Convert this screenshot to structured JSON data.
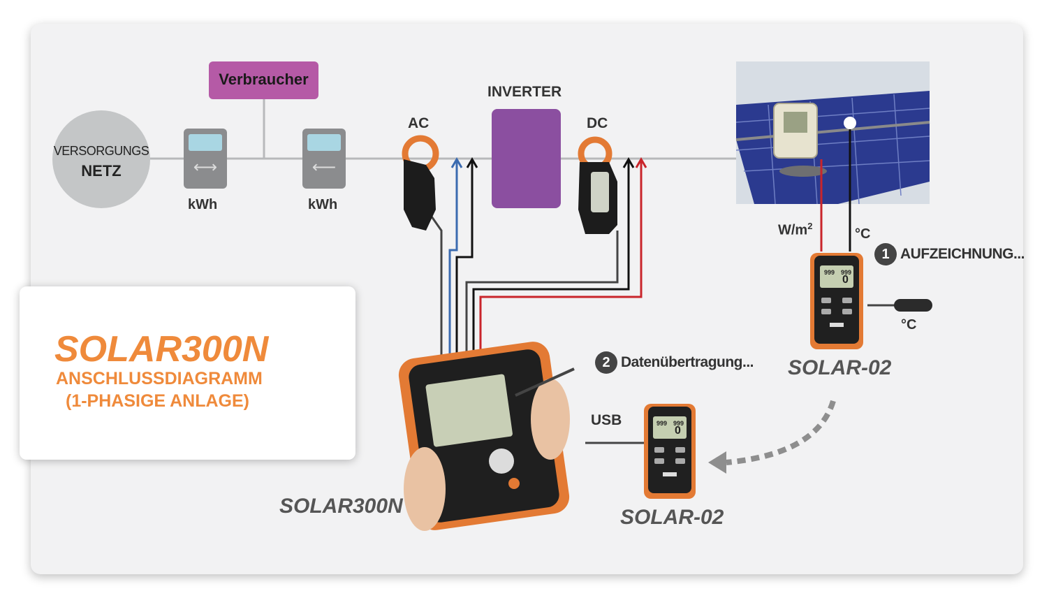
{
  "diagram": {
    "grid": {
      "line1": "VERSORGUNGS",
      "line2": "NETZ"
    },
    "consumer": {
      "label": "Verbraucher"
    },
    "meters": [
      {
        "label": "kWh",
        "arrow": "⟷"
      },
      {
        "label": "kWh",
        "arrow": "⟵"
      }
    ],
    "inverter": {
      "label": "INVERTER"
    },
    "clamps": {
      "ac": "AC",
      "dc": "DC"
    },
    "sensors": {
      "irradiance_unit": "W/m",
      "irradiance_exp": "2",
      "temp_unit_panel": "°C",
      "temp_unit_probe": "°C"
    },
    "steps": [
      {
        "number": "1",
        "text": "AUFZEICHNUNG..."
      },
      {
        "number": "2",
        "text": "Datenübertragung..."
      }
    ],
    "usb": {
      "label": "USB"
    },
    "devices": {
      "main": "SOLAR300N",
      "remote_top": "SOLAR-02",
      "remote_bottom": "SOLAR-02",
      "display_values": [
        "999",
        "999",
        "0"
      ]
    },
    "legend": {
      "title": "SOLAR300N",
      "line1": "ANSCHLUSSDIAGRAMM",
      "line2": "(1-PHASIGE ANLAGE)"
    },
    "colors": {
      "accent_orange": "#ef8a3b",
      "purple": "#8b4fa0",
      "consumer_purple": "#b55aa6",
      "wire_red": "#c9252b",
      "wire_blue": "#3b6bb0",
      "wire_black": "#111111"
    }
  }
}
